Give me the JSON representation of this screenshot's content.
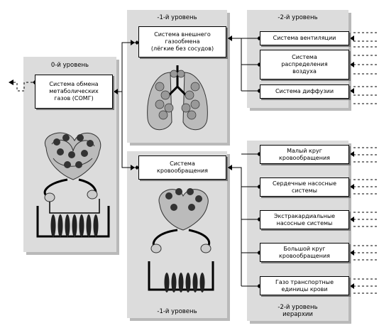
{
  "level0": {
    "title": "0-й уровень",
    "box": "Система обмена\nметаболических\nгазов (СОМГ)"
  },
  "level1_top": {
    "title": "-1-й уровень",
    "box": "Система внешнего\nгазообмена\n(лёгкие без сосудов)"
  },
  "level1_bottom": {
    "title": "-1-й уровень",
    "box": "Система\nкровообращения"
  },
  "level2_top": {
    "title": "-2-й уровень",
    "boxes": [
      "Система вентиляции",
      "Система\nраспределения\nвоздуха",
      "Система диффузии"
    ]
  },
  "level2_bottom": {
    "title": "-2-й уровень\nиерархии",
    "boxes": [
      "Малый круг\nкровообращения",
      "Сердечные насосные\nсистемы",
      "Экстракардиальные\nнасосные системы",
      "Большой круг\nкровообращения",
      "Газо транспортные\nединицы крови"
    ]
  },
  "illustrations": [
    "heart-lungs-circulation",
    "lungs",
    "circulation"
  ]
}
